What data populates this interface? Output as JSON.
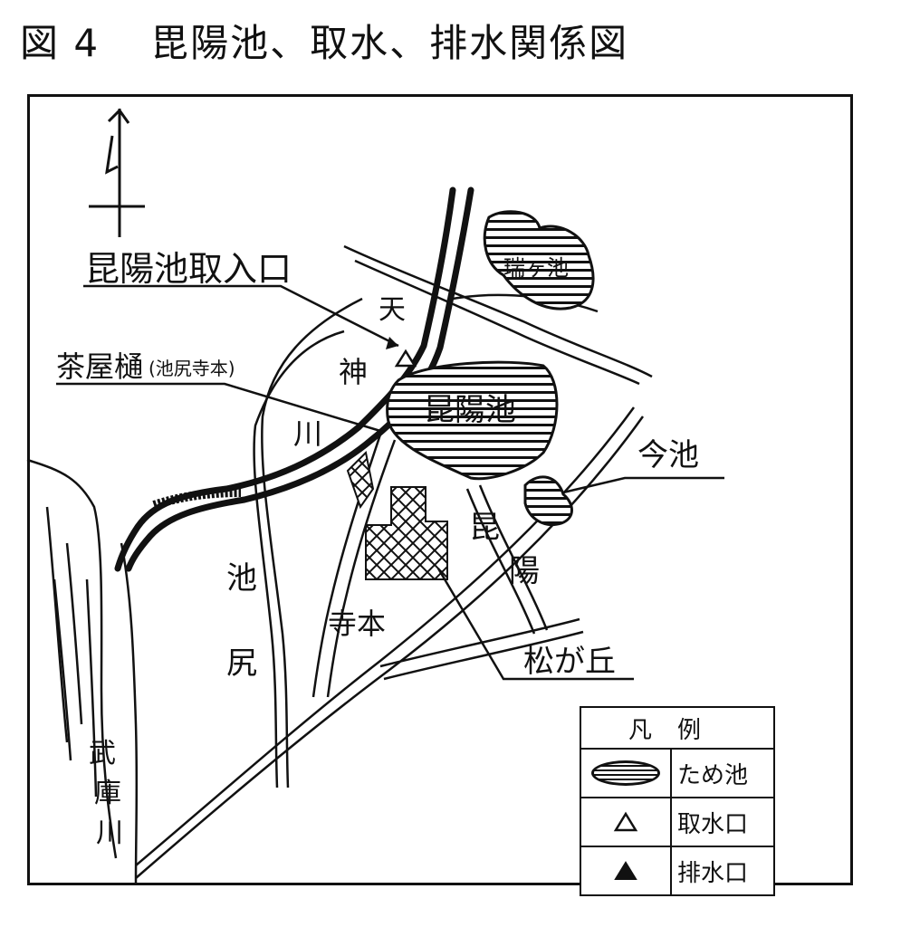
{
  "title": {
    "number": "図 4",
    "text": "毘陽池、取水、排水関係図"
  },
  "labels": {
    "intake": "昆陽池取入口",
    "chaya": "茶屋樋",
    "chaya_note": "(池尻寺本)",
    "tenjin_ten": "天",
    "tenjin_jin": "神",
    "tenjin_kawa": "川",
    "koyaike": "昆陽池",
    "zuigaike": "瑞ヶ池",
    "imaike": "今池",
    "koya_ko": "昆",
    "koya_yo": "陽",
    "ikejiri_ike": "池",
    "ikejiri_shiri": "尻",
    "teramoto": "寺本",
    "matsugaoka": "松が丘",
    "muko_1": "武",
    "muko_2": "庫",
    "muko_3": "川"
  },
  "legend": {
    "header": "凡例",
    "items": [
      {
        "symbol": "pond-icon",
        "label": "ため池"
      },
      {
        "symbol": "triangle-outline-icon",
        "label": "取水口"
      },
      {
        "symbol": "triangle-filled-icon",
        "label": "排水口"
      }
    ]
  }
}
